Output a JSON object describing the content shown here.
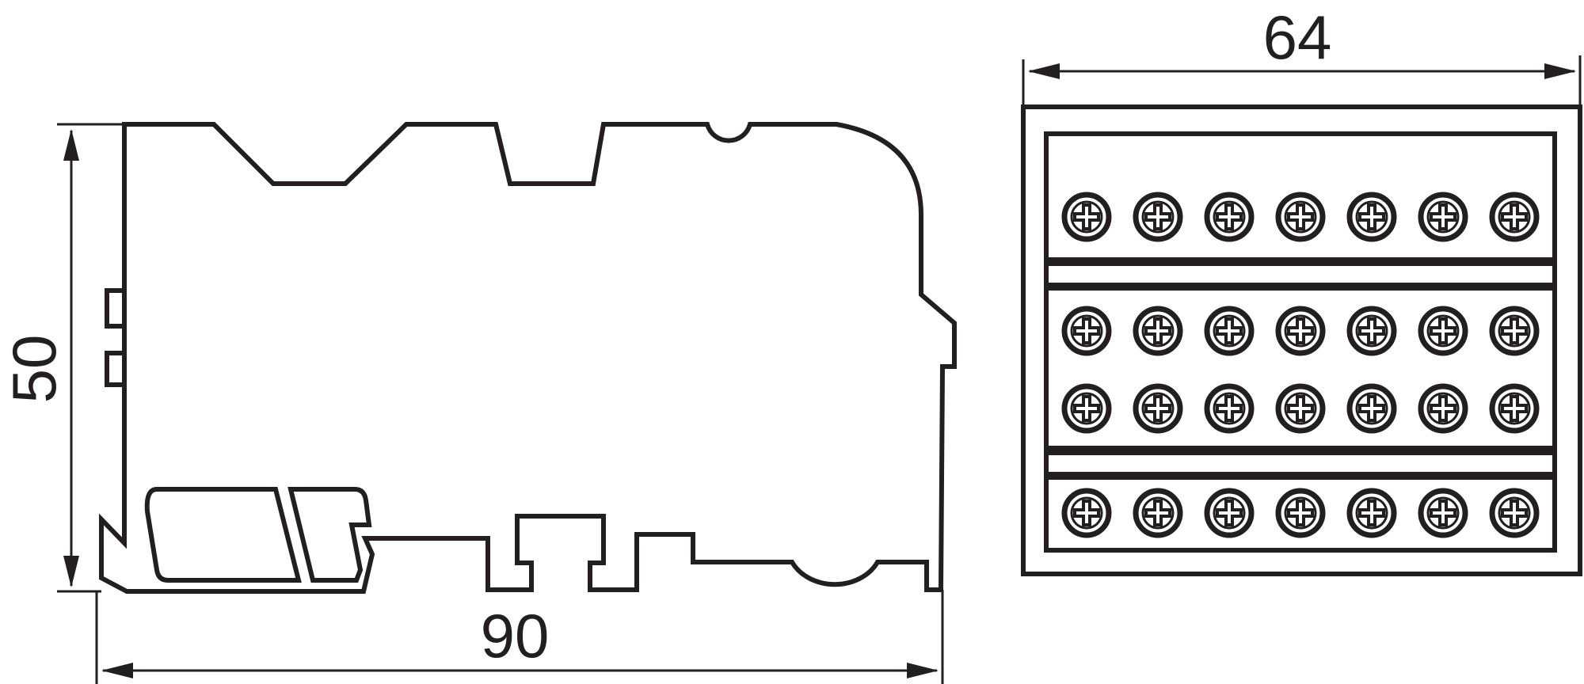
{
  "dimensions": {
    "side_width": "90",
    "side_height": "50",
    "top_width": "64"
  },
  "terminal_rows": [
    {
      "row": 1,
      "screws": 7
    },
    {
      "row": 2,
      "screws": 7
    },
    {
      "row": 3,
      "screws": 7
    },
    {
      "row": 4,
      "screws": 7
    }
  ],
  "colors": {
    "line": "#231f20",
    "background": "#ffffff"
  }
}
